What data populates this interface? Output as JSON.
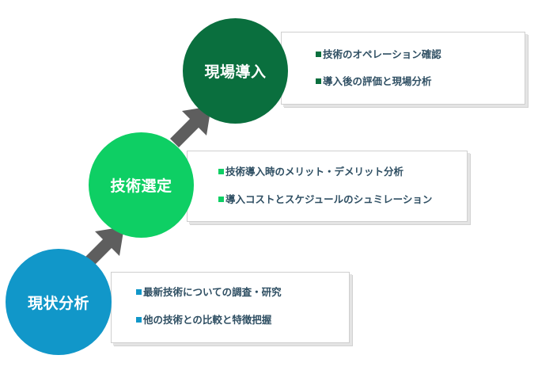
{
  "colors": {
    "stage1": "#1197c9",
    "stage2": "#0ecf64",
    "stage3": "#0a6f3e",
    "arrow": "#5e5e5e"
  },
  "stages": [
    {
      "label": "現状分析",
      "items": [
        "最新技術についての調査・研究",
        "他の技術との比較と特徴把握"
      ]
    },
    {
      "label": "技術選定",
      "items": [
        "技術導入時のメリット・デメリット分析",
        "導入コストとスケジュールのシュミレーション"
      ]
    },
    {
      "label": "現場導入",
      "items": [
        "技術のオペレーション確認",
        "導入後の評価と現場分析"
      ]
    }
  ]
}
